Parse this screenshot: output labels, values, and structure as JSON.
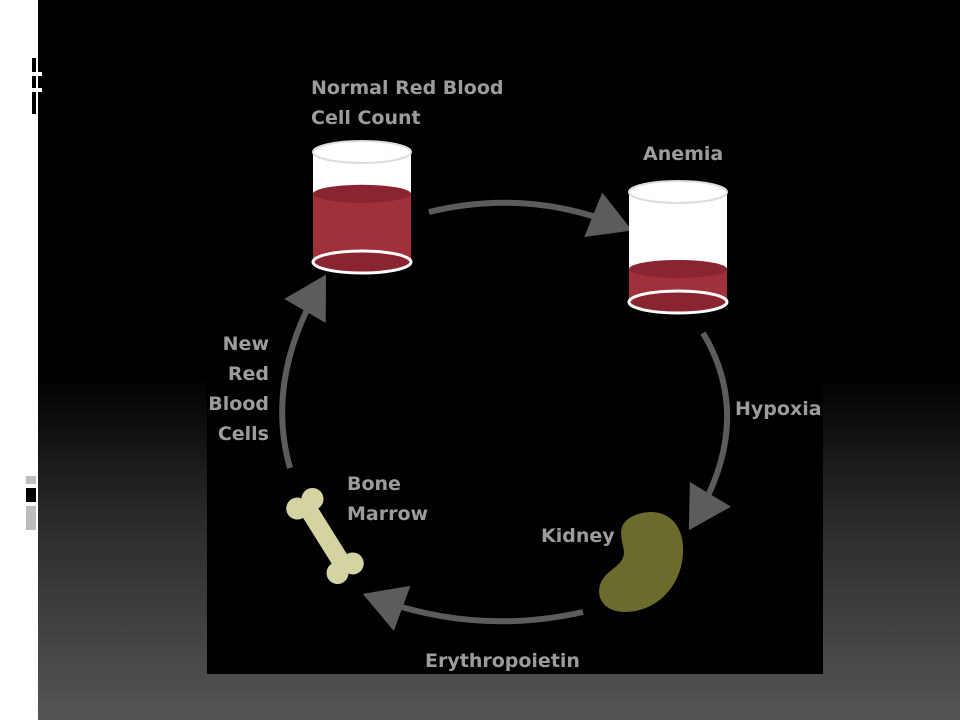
{
  "diagram": {
    "labels": {
      "normal_line1": "Normal Red Blood",
      "normal_line2": "Cell Count",
      "anemia": "Anemia",
      "hypoxia": "Hypoxia",
      "kidney": "Kidney",
      "erythropoietin": "Erythropoietin",
      "bone_line1": "Bone",
      "bone_line2": "Marrow",
      "new_line1": "New",
      "new_line2": "Red",
      "new_line3": "Blood",
      "new_line4": "Cells"
    },
    "blood_fill": {
      "normal_count": 0.62,
      "anemia": 0.3
    },
    "colors": {
      "blood": "#a0303a",
      "blood_dark": "#8a2430",
      "kidney": "#6b6b2c",
      "bone": "#d4d4a2",
      "arrow": "#5c5c5c",
      "text": "#9c9c9c"
    }
  }
}
